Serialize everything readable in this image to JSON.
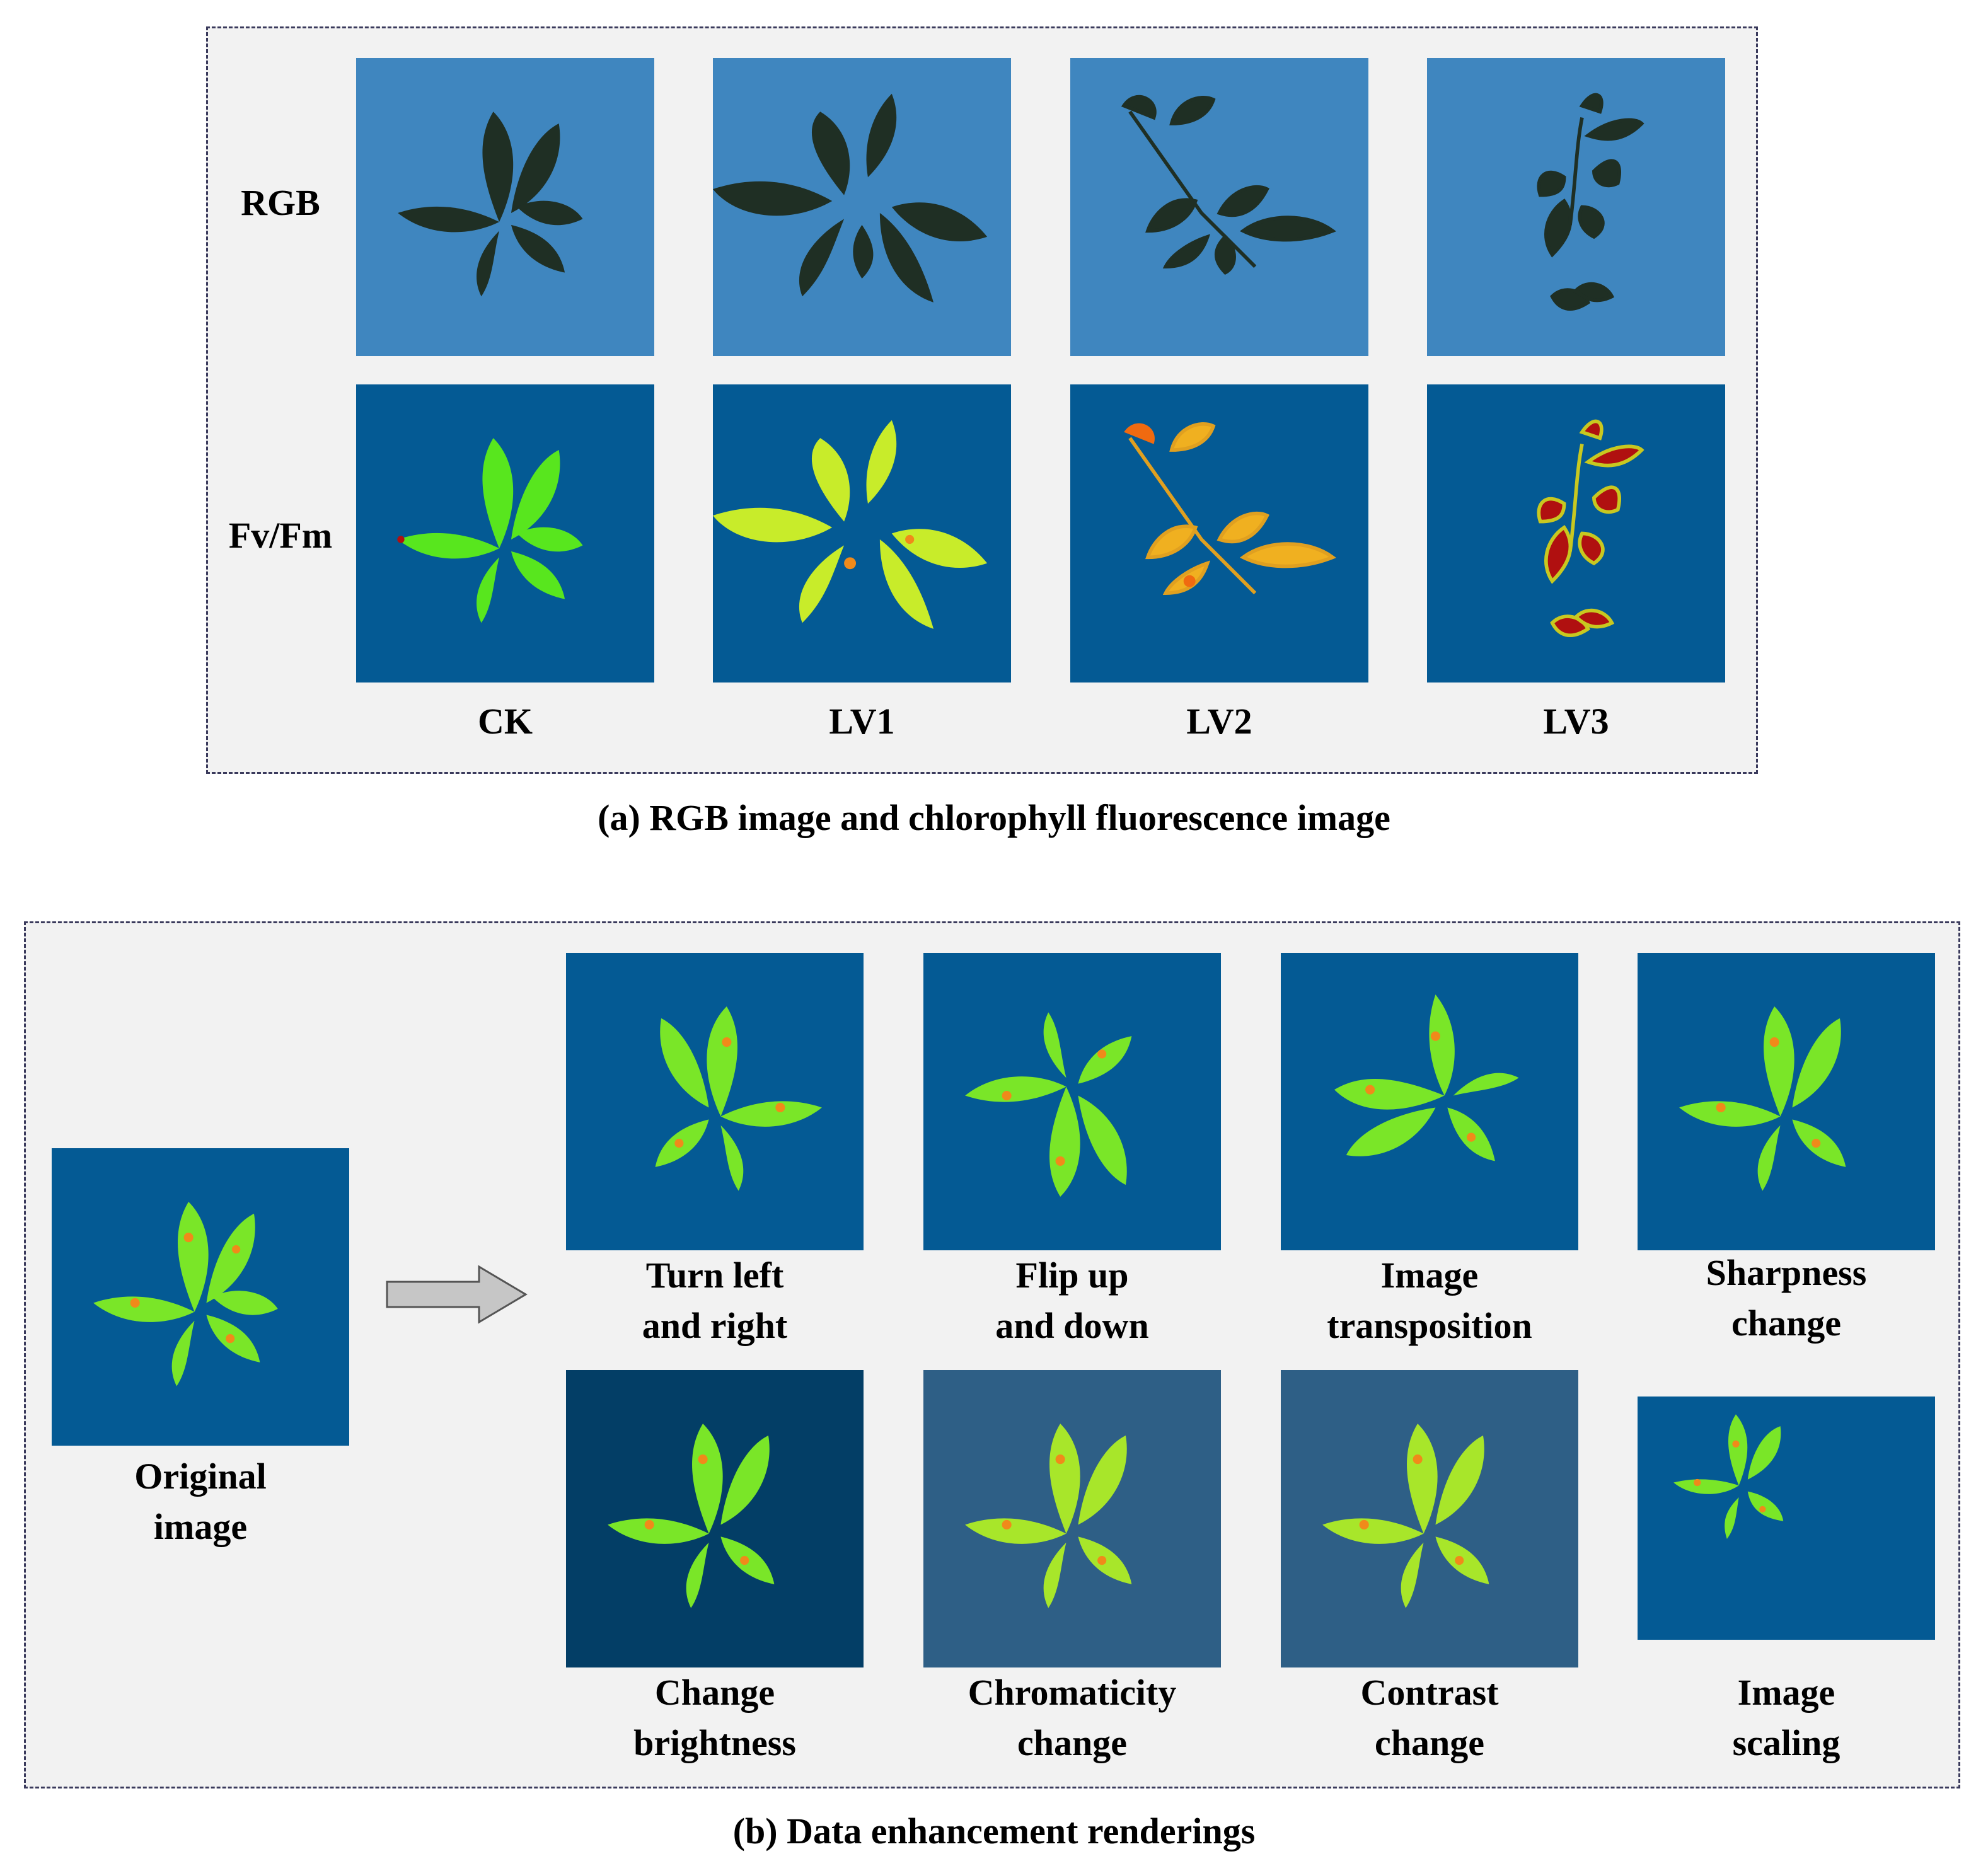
{
  "panel_a": {
    "row_labels": [
      "RGB",
      "Fv/Fm"
    ],
    "column_labels": [
      "CK",
      "LV1",
      "LV2",
      "LV3"
    ],
    "caption": "(a) RGB image and chlorophyll fluorescence image"
  },
  "panel_b": {
    "original_label": [
      "Original",
      "image"
    ],
    "augmentations": [
      {
        "line1": "Turn left",
        "line2": "and right"
      },
      {
        "line1": "Flip up",
        "line2": "and down"
      },
      {
        "line1": "Image",
        "line2": "transposition"
      },
      {
        "line1": "Sharpness",
        "line2": "change"
      },
      {
        "line1": "Change",
        "line2": "brightness"
      },
      {
        "line1": "Chromaticity",
        "line2": "change"
      },
      {
        "line1": "Contrast",
        "line2": "change"
      },
      {
        "line1": "Image",
        "line2": "scaling"
      }
    ],
    "caption": "(b) Data enhancement renderings"
  },
  "colors": {
    "rgb_background": "#3f86bf",
    "fluorescence_background": "#045a94",
    "dark_background": "#033e66",
    "muted_background": "#2e5f86",
    "leaf_dark": "#1f2f24",
    "leaf_green": "#58e61e",
    "leaf_yellow": "#d8e51a",
    "leaf_orange": "#f08a1a",
    "leaf_red": "#b01010",
    "arrow": "#c6c6c6"
  }
}
